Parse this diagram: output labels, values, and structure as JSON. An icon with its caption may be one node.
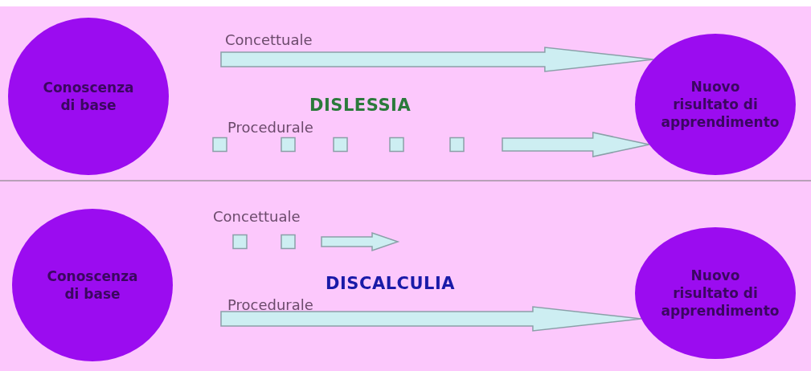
{
  "diagram": {
    "nodes": [
      {
        "text": [
          "Conoscenza di base"
        ]
      },
      {
        "text": [
          "Nuovo risultato di apprendimento"
        ]
      },
      {
        "text": [
          "Conoscenza di base"
        ]
      },
      {
        "text": [
          "Nuovo risultato di apprendimento"
        ]
      }
    ],
    "edges": [
      {
        "from": null,
        "to": 1,
        "arrow": "to",
        "style": "thick"
      },
      {
        "from": null,
        "to": 1,
        "arrow": "to",
        "style": "dashed"
      },
      {
        "from": null,
        "to": 3,
        "arrow": "to",
        "style": "thick"
      }
    ],
    "labels": [
      "Concettuale",
      "DISLESSIA",
      "Procedurale",
      "Concettuale",
      "DISCALCULIA",
      "Procedurale"
    ]
  }
}
